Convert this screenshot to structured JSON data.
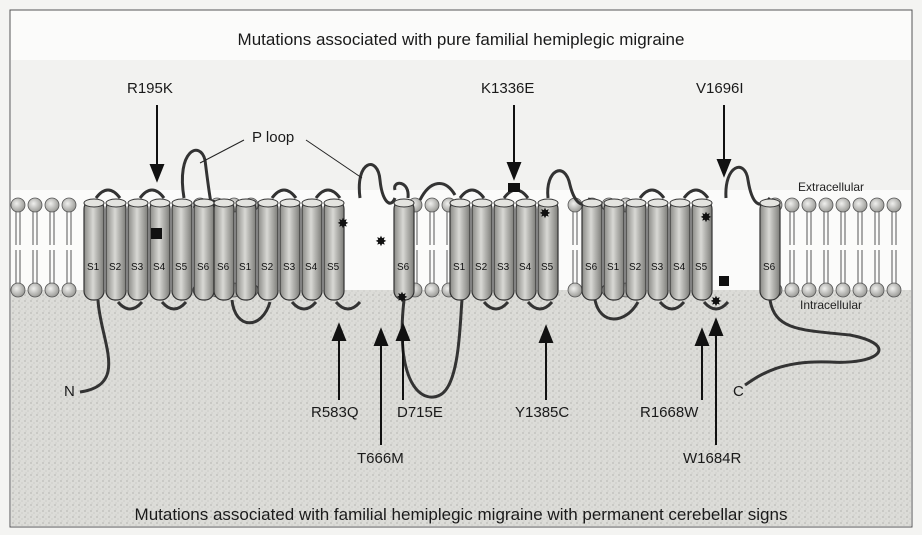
{
  "titles": {
    "top": "Mutations associated with pure familial hemiplegic migraine",
    "bottom": "Mutations associated with familial hemiplegic migraine with permanent cerebellar signs"
  },
  "labels": {
    "p_loop": "P loop",
    "extracellular": "Extracellular",
    "intracellular": "Intracellular",
    "n_term": "N",
    "c_term": "C"
  },
  "mutations_top": [
    "R195K",
    "K1336E",
    "V1696I"
  ],
  "mutations_bottom": [
    "R583Q",
    "T666M",
    "D715E",
    "Y1385C",
    "R1668W",
    "W1684R"
  ],
  "segments": {
    "domain1": [
      "S1",
      "S2",
      "S3",
      "S4",
      "S5",
      "S6"
    ],
    "domain2": [
      "S6",
      "S1",
      "S2",
      "S3",
      "S4",
      "S5",
      "S6"
    ],
    "domain3": [
      "S1",
      "S2",
      "S3",
      "S4",
      "S5"
    ],
    "domain4": [
      "S6",
      "S1",
      "S2",
      "S3",
      "S4",
      "S5",
      "S6"
    ]
  }
}
